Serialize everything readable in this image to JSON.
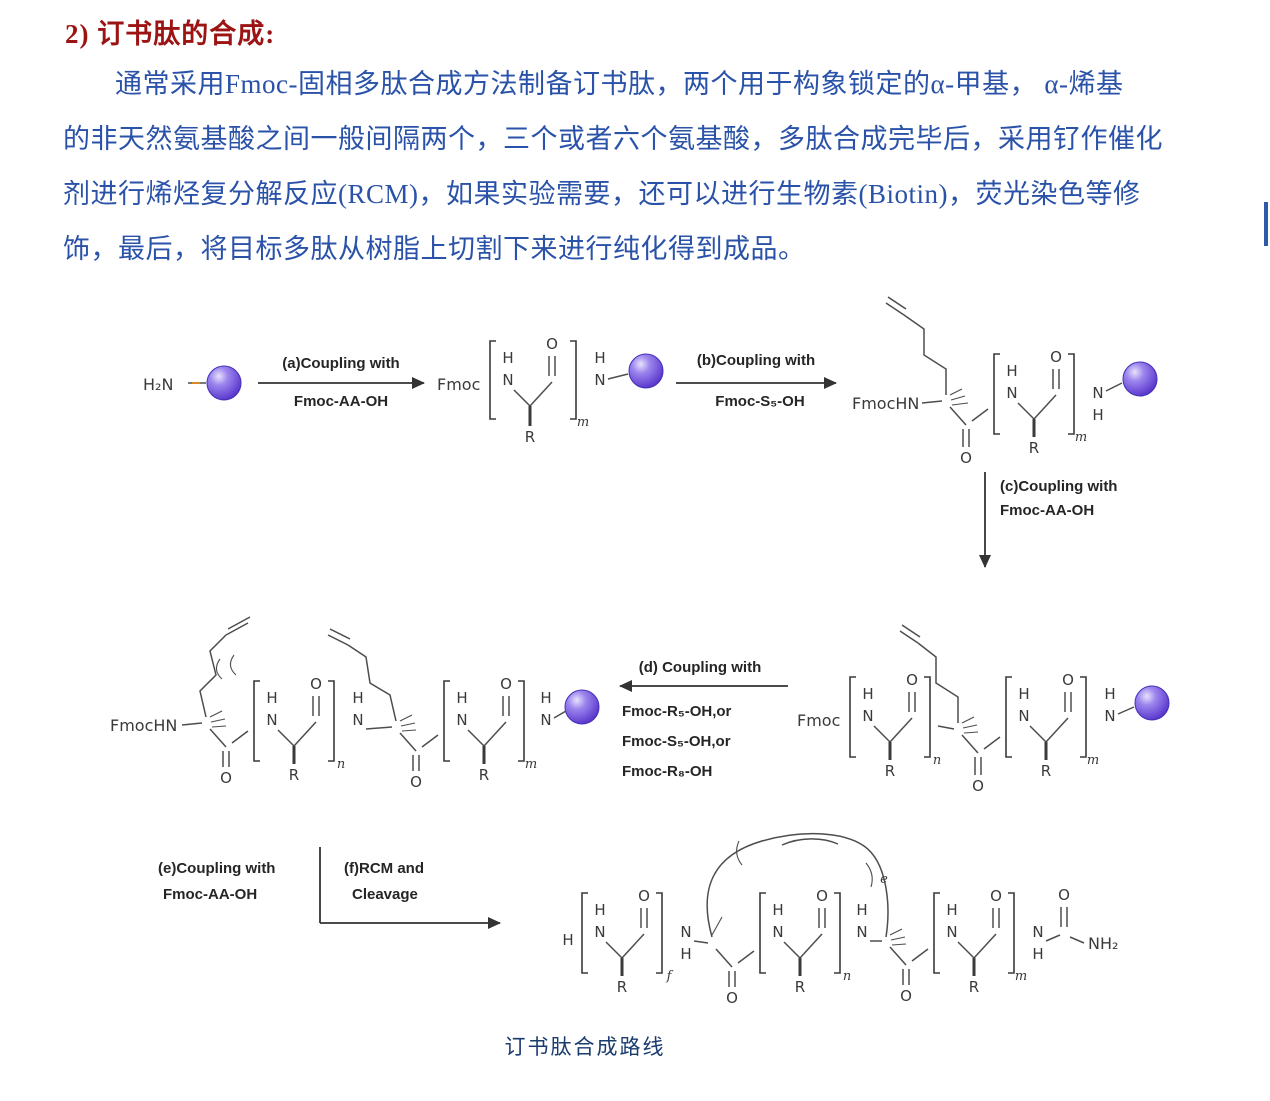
{
  "document": {
    "heading": "2) 订书肽的合成:",
    "paragraph_lines": [
      "通常采用Fmoc-固相多肽合成方法制备订书肽，两个用于构象锁定的α-甲基， α-烯基",
      "的非天然氨基酸之间一般间隔两个，三个或者六个氨基酸，多肽合成完毕后，采用钌作催化",
      "剂进行烯烃复分解反应(RCM)，如果实验需要，还可以进行生物素(Biotin)，荧光染色等修",
      "饰，最后，将目标多肽从树脂上切割下来进行纯化得到成品。"
    ],
    "caption": "订书肽合成路线"
  },
  "scheme": {
    "steps": {
      "a": {
        "line1": "(a)Coupling with",
        "line2": "Fmoc-AA-OH"
      },
      "b": {
        "line1": "(b)Coupling with",
        "line2": "Fmoc-S₅-OH"
      },
      "c": {
        "line1": "(c)Coupling with",
        "line2": "Fmoc-AA-OH"
      },
      "d": {
        "line1": "(d) Coupling with",
        "line2": "Fmoc-R₅-OH,or",
        "line3": "Fmoc-S₅-OH,or",
        "line4": "Fmoc-R₈-OH"
      },
      "e": {
        "line1": "(e)Coupling with",
        "line2": "Fmoc-AA-OH"
      },
      "f": {
        "line1": "(f)RCM and",
        "line2": "Cleavage"
      }
    },
    "atoms": {
      "h2n": "H₂N",
      "fmoc": "Fmoc",
      "fmochn": "FmocHN",
      "nh2": "NH₂",
      "N": "N",
      "H": "H",
      "R": "R",
      "O": "O"
    },
    "subs": {
      "m": "m",
      "n": "n",
      "f": "f",
      "e": "e"
    },
    "colors": {
      "bead_fill": "#7a5ee6",
      "paragraph_blue": "#2a52a8",
      "heading_red": "#9b1313"
    }
  }
}
